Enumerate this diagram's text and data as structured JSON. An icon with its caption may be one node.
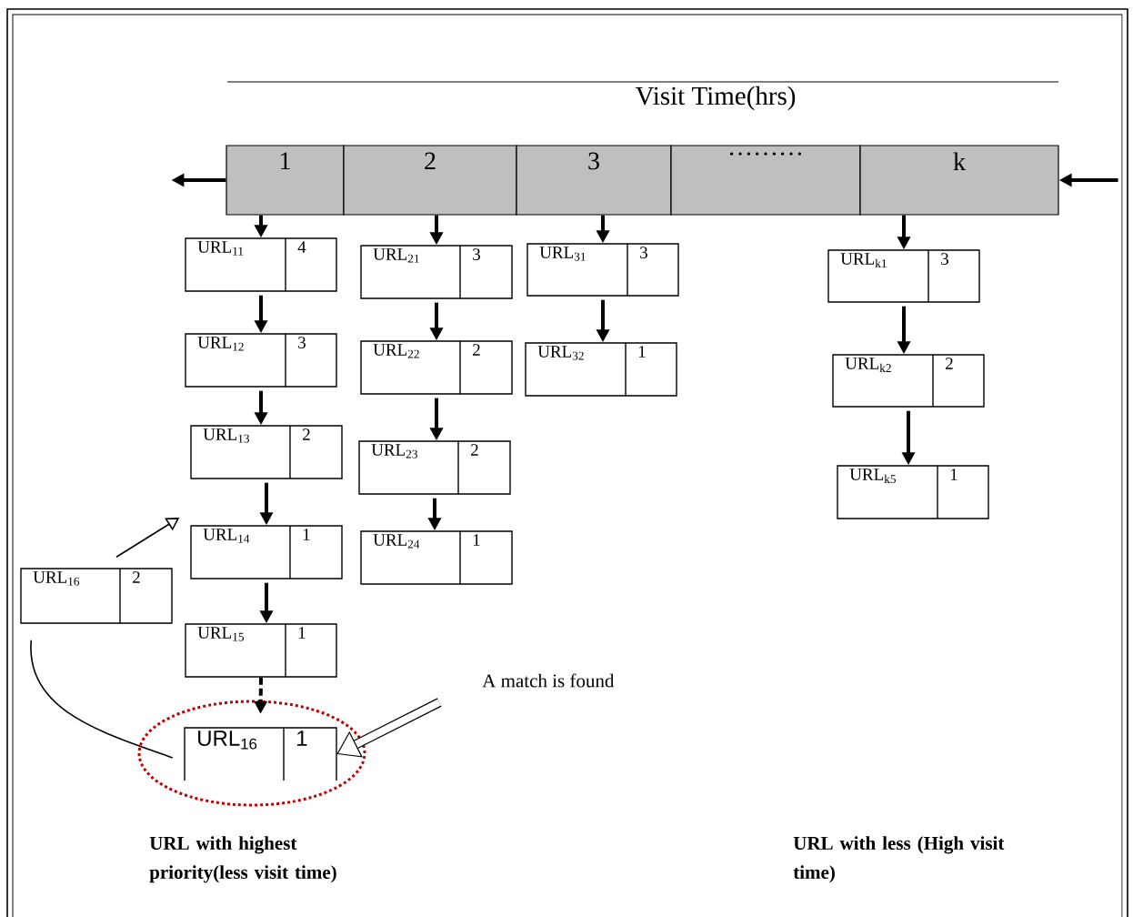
{
  "diagram": {
    "nodes": [
      {
        "text": [
          "1"
        ]
      },
      {
        "text": [
          "2"
        ]
      },
      {
        "text": [
          "3"
        ]
      },
      {
        "text": [
          "………"
        ]
      },
      {
        "text": [
          "k"
        ]
      },
      {
        "text": [
          "URL$_{11}$",
          "4"
        ]
      },
      {
        "text": [
          "URL$_{12}$",
          "3"
        ]
      },
      {
        "text": [
          "URL$_{13}$",
          "2"
        ]
      },
      {
        "text": [
          "URL$_{14}$",
          "1"
        ]
      },
      {
        "text": [
          "URL$_{15}$",
          "1"
        ]
      },
      {
        "text": [],
        "shape": "circle"
      },
      {
        "text": [
          "URL$_{16}$",
          "1"
        ],
        "in": 10
      },
      {
        "text": [
          "URL$_{21}$",
          "3"
        ]
      },
      {
        "text": [
          "URL$_{22}$",
          "2"
        ]
      },
      {
        "text": [
          "URL$_{23}$",
          "2"
        ]
      },
      {
        "text": [
          "URL$_{24}$",
          "1"
        ]
      },
      {
        "text": [
          "URL$_{31}$",
          "3"
        ]
      },
      {
        "text": [
          "URL$_{32}$",
          "1"
        ]
      },
      {
        "text": [
          "URL$_{k1}$",
          "3"
        ]
      },
      {
        "text": [
          "URL$_{k2}$",
          "2"
        ]
      },
      {
        "text": [
          "URL$_{k5}$",
          "1"
        ]
      },
      {
        "text": [
          "URL$_{16}$",
          "2"
        ]
      }
    ],
    "edges": [
      {
        "from": 0,
        "to": null,
        "arrow": "to"
      },
      {
        "from": null,
        "to": 4,
        "arrow": "to"
      },
      {
        "from": 0,
        "to": 5,
        "arrow": "to"
      },
      {
        "from": 5,
        "to": 6,
        "arrow": "to"
      },
      {
        "from": 6,
        "to": 7,
        "arrow": "to"
      },
      {
        "from": 7,
        "to": 8,
        "arrow": "to"
      },
      {
        "from": 8,
        "to": 9,
        "arrow": "to"
      },
      {
        "from": 9,
        "to": 11,
        "arrow": "to",
        "style": "dashed"
      },
      {
        "from": 1,
        "to": 12,
        "arrow": "to"
      },
      {
        "from": 12,
        "to": 13,
        "arrow": "to"
      },
      {
        "from": 13,
        "to": 14,
        "arrow": "to"
      },
      {
        "from": 14,
        "to": 15,
        "arrow": "to"
      },
      {
        "from": 2,
        "to": 16,
        "arrow": "to"
      },
      {
        "from": 16,
        "to": 17,
        "arrow": "to"
      },
      {
        "from": 4,
        "to": 18,
        "arrow": "to"
      },
      {
        "from": 18,
        "to": 19,
        "arrow": "to"
      },
      {
        "from": 19,
        "to": 20,
        "arrow": "to"
      },
      {
        "from": 21,
        "to": 8,
        "arrow": "to"
      },
      {
        "from": 21,
        "to": 11,
        "arrow": "none"
      },
      {
        "from": null,
        "to": 11,
        "arrow": "to",
        "style": "thick"
      }
    ],
    "labels": [
      "Visit Time(hrs)",
      "A match is found",
      "URL with highest priority(less visit time)",
      "URL with less (High visit time)"
    ]
  }
}
